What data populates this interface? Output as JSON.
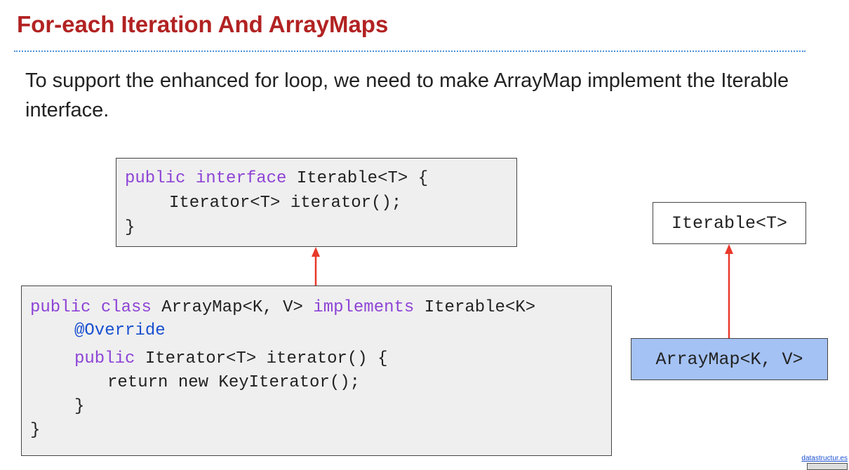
{
  "slide": {
    "title": "For-each Iteration And ArrayMaps",
    "intro": "To support the enhanced for loop, we need to make ArrayMap implement the Iterable interface."
  },
  "interface_code": {
    "line1_kw1": "public",
    "line1_kw2": "interface",
    "line1_rest": "Iterable<T> {",
    "line2": "Iterator<T> iterator();",
    "line3": "}"
  },
  "class_code": {
    "line1_kw1": "public",
    "line1_kw2": "class",
    "line1_mid": "ArrayMap<K, V>",
    "line1_kw3": "implements",
    "line1_rest": "Iterable<K>",
    "line2_annotation": "@Override",
    "line3_kw": "public",
    "line3_rest": "Iterator<T> iterator() {",
    "line4": "return new KeyIterator();",
    "line5": "}",
    "line6": "}"
  },
  "uml": {
    "parent": "Iterable<T>",
    "child": "ArrayMap<K, V>"
  },
  "footer": {
    "link_text": "datastructur.es"
  },
  "colors": {
    "title": "#b22222",
    "keyword": "#8e44d6",
    "annotation": "#1a4fd0",
    "arrow": "#e8392b",
    "child_box": "#a4c2f4",
    "code_bg": "#efefef"
  }
}
